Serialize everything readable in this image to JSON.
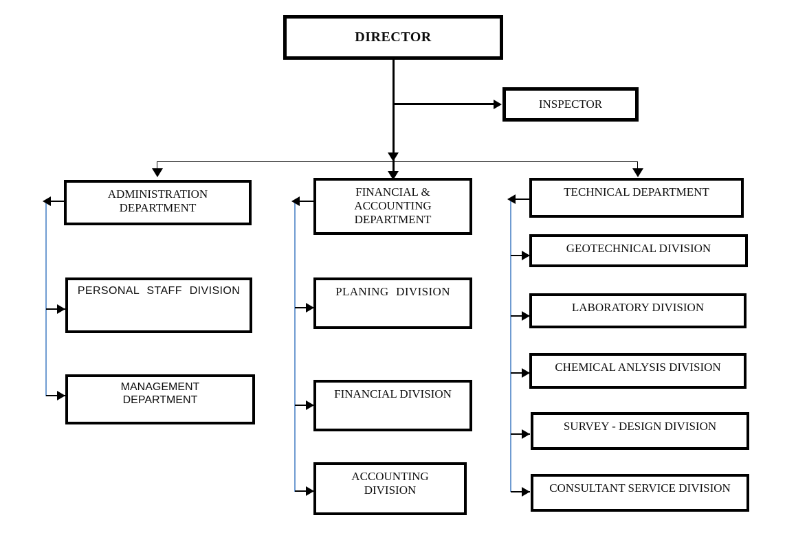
{
  "chart": {
    "type": "org-chart",
    "title": "Organization Chart",
    "root": {
      "id": "director",
      "label": "DIRECTOR"
    },
    "staff": {
      "id": "inspector",
      "label": "INSPECTOR"
    },
    "columns": [
      {
        "id": "administration",
        "department": {
          "id": "administration-department",
          "label_lines": [
            "ADMINISTRATION",
            "DEPARTMENT"
          ],
          "font": "serif"
        },
        "divisions": [
          {
            "id": "personal-staff-division",
            "label_lines": [
              "PERSONAL  STAFF  DIVISION"
            ],
            "font": "sans"
          },
          {
            "id": "management-department",
            "label_lines": [
              "MANAGEMENT",
              "DEPARTMENT"
            ],
            "font": "sans"
          }
        ]
      },
      {
        "id": "financial-accounting",
        "department": {
          "id": "financial-accounting-department",
          "label_lines": [
            "FINANCIAL &",
            "ACCOUNTING",
            "DEPARTMENT"
          ],
          "font": "serif"
        },
        "divisions": [
          {
            "id": "planing-division",
            "label_lines": [
              "PLANING  DIVISION"
            ],
            "font": "serif"
          },
          {
            "id": "financial-division",
            "label_lines": [
              "FINANCIAL DIVISION"
            ],
            "font": "serif"
          },
          {
            "id": "accounting-division",
            "label_lines": [
              "ACCOUNTING",
              "DIVISION"
            ],
            "font": "serif"
          }
        ]
      },
      {
        "id": "technical",
        "department": {
          "id": "technical-department",
          "label_lines": [
            "TECHNICAL DEPARTMENT"
          ],
          "font": "serif"
        },
        "divisions": [
          {
            "id": "geotechnical-division",
            "label_lines": [
              "GEOTECHNICAL DIVISION"
            ],
            "font": "serif"
          },
          {
            "id": "laboratory-division",
            "label_lines": [
              "LABORATORY DIVISION"
            ],
            "font": "serif"
          },
          {
            "id": "chemical-anlysis-division",
            "label_lines": [
              "CHEMICAL ANLYSIS DIVISION"
            ],
            "font": "serif"
          },
          {
            "id": "survey-design-division",
            "label_lines": [
              "SURVEY - DESIGN DIVISION"
            ],
            "font": "serif"
          },
          {
            "id": "consultant-service-division",
            "label_lines": [
              "CONSULTANT SERVICE DIVISION"
            ],
            "font": "serif"
          }
        ]
      }
    ]
  },
  "labels": {
    "director": "DIRECTOR",
    "inspector": "INSPECTOR",
    "administration_department_l1": "ADMINISTRATION",
    "administration_department_l2": "DEPARTMENT",
    "personal_staff_division": "PERSONAL  STAFF  DIVISION",
    "management_department_l1": "MANAGEMENT",
    "management_department_l2": "DEPARTMENT",
    "financial_accounting_l1": "FINANCIAL &",
    "financial_accounting_l2": "ACCOUNTING",
    "financial_accounting_l3": "DEPARTMENT",
    "planing_division": "PLANING  DIVISION",
    "financial_division": "FINANCIAL DIVISION",
    "accounting_division_l1": "ACCOUNTING",
    "accounting_division_l2": "DIVISION",
    "technical_department": "TECHNICAL DEPARTMENT",
    "geotechnical_division": "GEOTECHNICAL DIVISION",
    "laboratory_division": "LABORATORY DIVISION",
    "chemical_anlysis_division": "CHEMICAL ANLYSIS DIVISION",
    "survey_design_division": "SURVEY - DESIGN DIVISION",
    "consultant_service_division": "CONSULTANT SERVICE DIVISION"
  },
  "colors": {
    "background": "#ffffff",
    "box_border": "#000000",
    "text": "#0d0d0d",
    "connector": "#000000",
    "spine": "#6f9bd1"
  }
}
